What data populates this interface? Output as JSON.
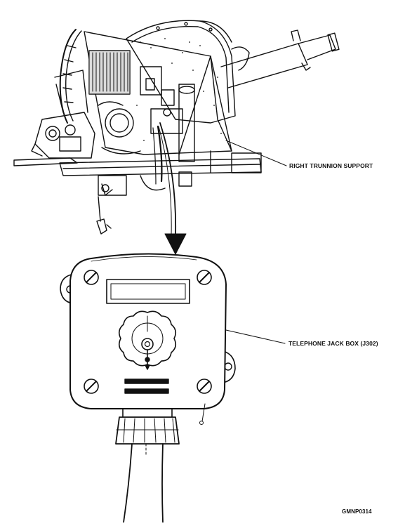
{
  "labels": {
    "right_trunnion_support": "RIGHT TRUNNION SUPPORT",
    "telephone_jack_box": "TELEPHONE JACK BOX (J302)",
    "figure_id": "GMNP0314"
  },
  "colors": {
    "ink": "#111111",
    "paper": "#ffffff",
    "shade": "#555555"
  },
  "icons": {
    "callout_arrow": "down-arrow-icon",
    "screw": "slotted-screw-icon"
  }
}
